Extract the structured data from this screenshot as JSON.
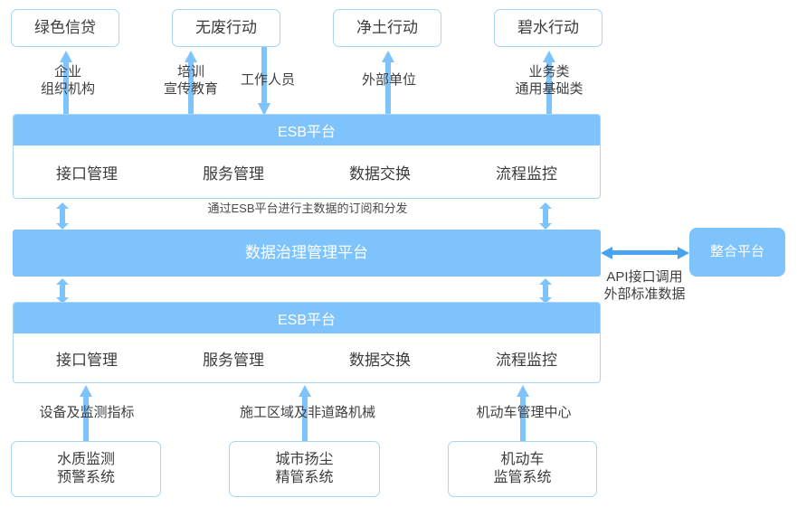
{
  "diagram": {
    "title": "数据治理平台集成架构图",
    "colors": {
      "accent_blue": "#7fc3fd",
      "border_blue": "#a8d4f5",
      "text_dark": "#3c3c3c",
      "canvas": "#ffffff"
    }
  },
  "top_systems": [
    {
      "label": "绿色信贷"
    },
    {
      "label": "无废行动"
    },
    {
      "label": "净土行动"
    },
    {
      "label": "碧水行动"
    }
  ],
  "top_flow_labels": [
    {
      "label": "企业\n组织机构",
      "direction": "up"
    },
    {
      "label": "培训\n宣传教育",
      "direction": "up"
    },
    {
      "label": "工作人员",
      "direction": "down"
    },
    {
      "label": "外部单位",
      "direction": "up"
    },
    {
      "label": "业务类\n通用基础类",
      "direction": "up"
    }
  ],
  "esb_top": {
    "title": "ESB平台",
    "items": [
      {
        "label": "接口管理"
      },
      {
        "label": "服务管理"
      },
      {
        "label": "数据交换"
      },
      {
        "label": "流程监控"
      }
    ]
  },
  "esb_bottom": {
    "title": "ESB平台",
    "items": [
      {
        "label": "接口管理"
      },
      {
        "label": "服务管理"
      },
      {
        "label": "数据交换"
      },
      {
        "label": "流程监控"
      }
    ]
  },
  "middle_note": "通过ESB平台进行主数据的订阅和分发",
  "core_platform": {
    "label": "数据治理管理平台"
  },
  "integration_platform": {
    "label": "整合平台"
  },
  "integration_note": "API接口调用\n外部标准数据",
  "bottom_flow_labels": [
    {
      "label": "设备及监测指标"
    },
    {
      "label": "施工区域及非道路机械"
    },
    {
      "label": "机动车管理中心"
    }
  ],
  "bottom_systems": [
    {
      "label": "水质监测\n预警系统"
    },
    {
      "label": "城市扬尘\n精管系统"
    },
    {
      "label": "机动车\n监管系统"
    }
  ]
}
